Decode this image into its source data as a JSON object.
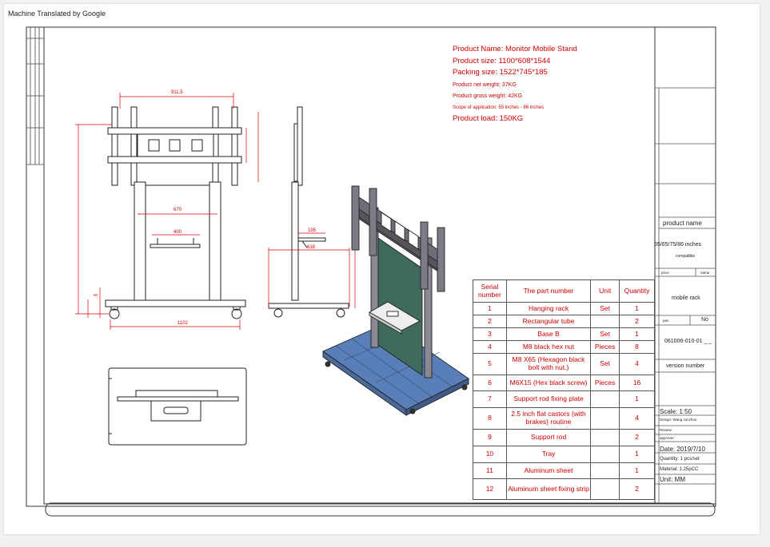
{
  "header": {
    "translated_by": "Machine Translated by Google"
  },
  "specs": {
    "product_name": "Product Name: Monitor Mobile Stand",
    "product_size": "Product size: 1100*608*1544",
    "packing_size": "Packing size: 1522*745*185",
    "net_weight": "Product net weight: 37KG",
    "gross_weight": "Product gross weight: 42KG",
    "scope": "Scope of application: 55 inches - 86 inches",
    "load": "Product load: 150KG"
  },
  "dimensions": {
    "front_width_top": "911.5",
    "tube_width": "670",
    "tray_width": "400",
    "base_width": "1102",
    "tray_depth": "195",
    "base_depth": "618",
    "wheel_height": "60"
  },
  "parts_table": {
    "headers": [
      "Serial number",
      "The part number",
      "Unit",
      "Quantity"
    ],
    "rows": [
      [
        "1",
        "Hanging rack",
        "Set",
        "1"
      ],
      [
        "2",
        "Rectangular tube",
        "",
        "2"
      ],
      [
        "3",
        "Base B",
        "Set",
        "1"
      ],
      [
        "4",
        "M8 black hex nut",
        "Pieces",
        "8"
      ],
      [
        "5",
        "M8 X65 (Hexagon black bolt with nut.)",
        "Set",
        "4"
      ],
      [
        "6",
        "M6X15 (Hex black screw)",
        "Pieces",
        "16"
      ],
      [
        "7",
        "Support rod fixing plate",
        "",
        "1"
      ],
      [
        "8",
        "2.5 inch flat castors (with brakes) routine",
        "",
        "4"
      ],
      [
        "9",
        "Support rod",
        "",
        "2"
      ],
      [
        "10",
        "Tray",
        "",
        "1"
      ],
      [
        "11",
        "Aluminum sheet",
        "",
        "1"
      ],
      [
        "12",
        "Aluminum sheet fixing strip",
        "",
        "2"
      ]
    ]
  },
  "title_block": {
    "product_name_label": "product name",
    "compat_sizes": "55/65/75/86 inches",
    "compat_label": "compatible",
    "tiny_left": "price",
    "tiny_right": "name",
    "mobile_rack": "mobile rack",
    "no_left": "pen",
    "no_label": "No",
    "part_code": "061006-010-01 _ _",
    "version": "version number",
    "scale": "Scale: 1:50",
    "design": "Design: Wang Junzhou",
    "review": "Review:",
    "approver": "approver:",
    "date": "Date: 2019/7/10",
    "quantity": "Quantity: 1 pcs/set",
    "material": "Material: 1.25pCC",
    "unit": "Unit: MM"
  },
  "colors": {
    "spec_red": "#d10000",
    "base_blue": "#5a7fb8",
    "panel_green": "#3f6b5e",
    "frame_gray": "#6e6e78"
  }
}
